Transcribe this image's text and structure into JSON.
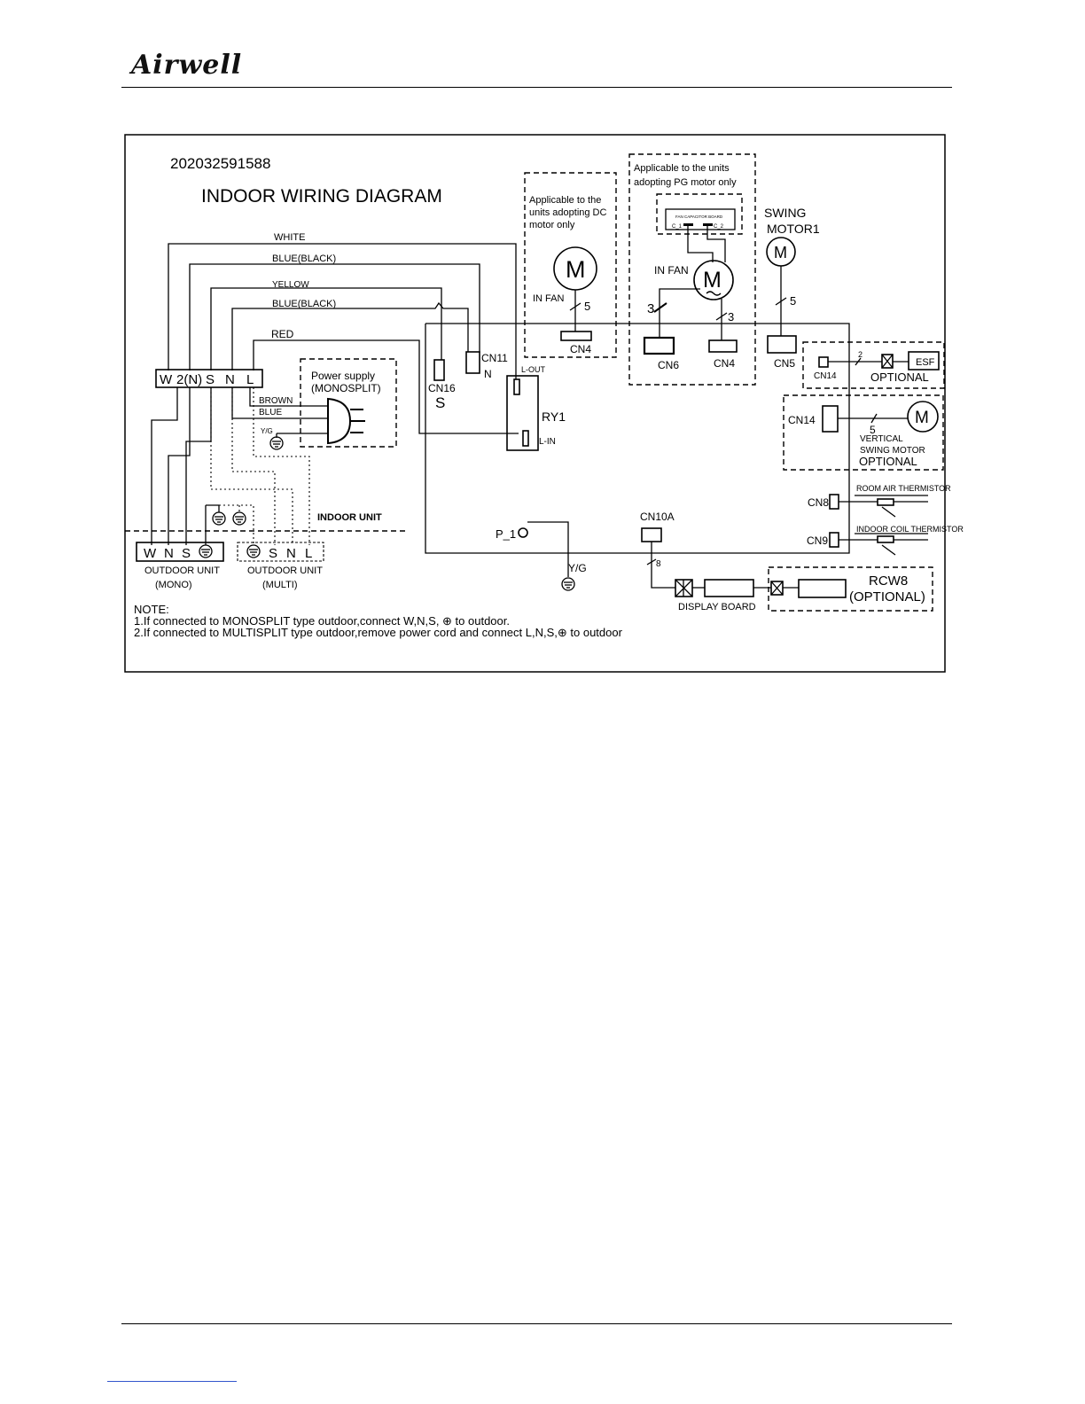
{
  "header": {
    "logo_text": "Airwell"
  },
  "diagram": {
    "code": "202032591588",
    "title": "INDOOR WIRING DIAGRAM",
    "wires": {
      "white": "WHITE",
      "blue_black_1": "BLUE(BLACK)",
      "yellow": "YELLOW",
      "blue_black_2": "BLUE(BLACK)",
      "red": "RED"
    },
    "terminal_block": {
      "w": "W",
      "n2": "2(N)",
      "s": "S",
      "n": "N",
      "l": "L"
    },
    "power_supply": {
      "line1": "Power supply",
      "line2": "(MONOSPLIT)",
      "brown": "BROWN",
      "blue": "BLUE",
      "yg": "Y/G"
    },
    "dc_note": {
      "line1": "Applicable to the",
      "line2": "units adopting DC",
      "line3": "motor only"
    },
    "pg_note": {
      "line1": "Applicable to the units",
      "line2": "adopting  PG motor only"
    },
    "fan_capacitor_board": {
      "label": "FAN CAPACITOR BOARD",
      "c1": "C_1",
      "c2": "C_2"
    },
    "motor_symbol": "M",
    "in_fan": "IN FAN",
    "counts": {
      "five": "5",
      "three": "3",
      "two": "2",
      "eight": "8"
    },
    "connectors": {
      "cn4": "CN4",
      "cn6": "CN6",
      "cn5": "CN5",
      "cn11": "CN11",
      "cn11_n": "N",
      "cn16": "CN16",
      "cn16_s": "S",
      "cn14": "CN14",
      "cn8": "CN8",
      "cn9": "CN9",
      "cn10a": "CN10A"
    },
    "swing_motor": {
      "line1": "SWING",
      "line2": "MOTOR1"
    },
    "relay": {
      "name": "RY1",
      "l_out": "L-OUT",
      "l_in": "L-IN"
    },
    "esf": "ESF",
    "optional": "OPTIONAL",
    "vertical_swing": {
      "line1": "VERTICAL",
      "line2": "SWING MOTOR"
    },
    "thermistors": {
      "room": "ROOM AIR THERMISTOR",
      "coil": "INDOOR COIL THERMISTOR"
    },
    "p1": "P_1",
    "yg_ground": "Y/G",
    "indoor_unit": "INDOOR UNIT",
    "outdoor_mono": {
      "terms": [
        "W",
        "N",
        "S"
      ],
      "line1": "OUTDOOR UNIT",
      "line2": "(MONO)"
    },
    "outdoor_multi": {
      "terms": [
        "S",
        "N",
        "L"
      ],
      "line1": "OUTDOOR UNIT",
      "line2": "(MULTI)"
    },
    "display_board": "DISPLAY BOARD",
    "rcw8": {
      "line1": "RCW8",
      "line2": "(OPTIONAL)"
    },
    "notes": {
      "title": "NOTE:",
      "line1": "1.If connected to MONOSPLIT type outdoor,connect W,N,S, ⊕ to outdoor.",
      "line2": "2.If connected to MULTISPLIT type outdoor,remove power cord and connect L,N,S,⊕  to outdoor"
    }
  }
}
